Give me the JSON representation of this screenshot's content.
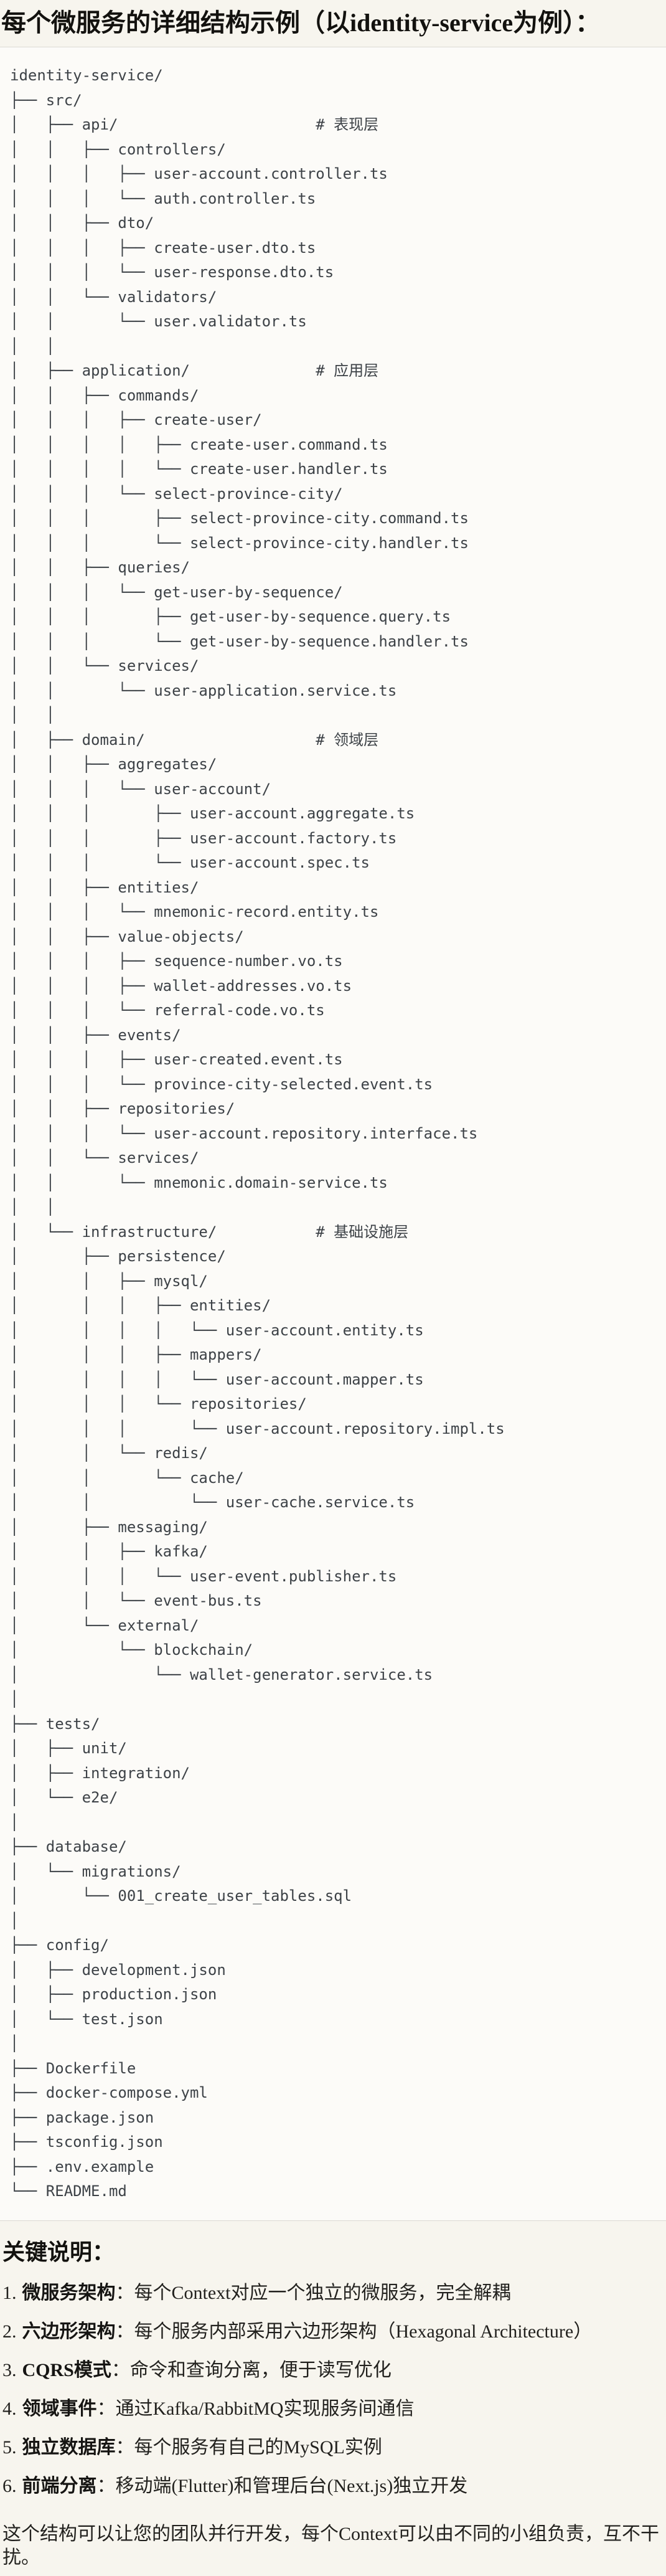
{
  "page": {
    "title": "每个微服务的详细结构示例（以identity-service为例）："
  },
  "tree": {
    "lines": [
      "identity-service/",
      "├── src/",
      "│   ├── api/                      # 表现层",
      "│   │   ├── controllers/",
      "│   │   │   ├── user-account.controller.ts",
      "│   │   │   └── auth.controller.ts",
      "│   │   ├── dto/",
      "│   │   │   ├── create-user.dto.ts",
      "│   │   │   └── user-response.dto.ts",
      "│   │   └── validators/",
      "│   │       └── user.validator.ts",
      "│   │",
      "│   ├── application/              # 应用层",
      "│   │   ├── commands/",
      "│   │   │   ├── create-user/",
      "│   │   │   │   ├── create-user.command.ts",
      "│   │   │   │   └── create-user.handler.ts",
      "│   │   │   └── select-province-city/",
      "│   │   │       ├── select-province-city.command.ts",
      "│   │   │       └── select-province-city.handler.ts",
      "│   │   ├── queries/",
      "│   │   │   └── get-user-by-sequence/",
      "│   │   │       ├── get-user-by-sequence.query.ts",
      "│   │   │       └── get-user-by-sequence.handler.ts",
      "│   │   └── services/",
      "│   │       └── user-application.service.ts",
      "│   │",
      "│   ├── domain/                   # 领域层",
      "│   │   ├── aggregates/",
      "│   │   │   └── user-account/",
      "│   │   │       ├── user-account.aggregate.ts",
      "│   │   │       ├── user-account.factory.ts",
      "│   │   │       └── user-account.spec.ts",
      "│   │   ├── entities/",
      "│   │   │   └── mnemonic-record.entity.ts",
      "│   │   ├── value-objects/",
      "│   │   │   ├── sequence-number.vo.ts",
      "│   │   │   ├── wallet-addresses.vo.ts",
      "│   │   │   └── referral-code.vo.ts",
      "│   │   ├── events/",
      "│   │   │   ├── user-created.event.ts",
      "│   │   │   └── province-city-selected.event.ts",
      "│   │   ├── repositories/",
      "│   │   │   └── user-account.repository.interface.ts",
      "│   │   └── services/",
      "│   │       └── mnemonic.domain-service.ts",
      "│   │",
      "│   └── infrastructure/           # 基础设施层",
      "│       ├── persistence/",
      "│       │   ├── mysql/",
      "│       │   │   ├── entities/",
      "│       │   │   │   └── user-account.entity.ts",
      "│       │   │   ├── mappers/",
      "│       │   │   │   └── user-account.mapper.ts",
      "│       │   │   └── repositories/",
      "│       │   │       └── user-account.repository.impl.ts",
      "│       │   └── redis/",
      "│       │       └── cache/",
      "│       │           └── user-cache.service.ts",
      "│       ├── messaging/",
      "│       │   ├── kafka/",
      "│       │   │   └── user-event.publisher.ts",
      "│       │   └── event-bus.ts",
      "│       └── external/",
      "│           └── blockchain/",
      "│               └── wallet-generator.service.ts",
      "│",
      "├── tests/",
      "│   ├── unit/",
      "│   ├── integration/",
      "│   └── e2e/",
      "│",
      "├── database/",
      "│   └── migrations/",
      "│       └── 001_create_user_tables.sql",
      "│",
      "├── config/",
      "│   ├── development.json",
      "│   ├── production.json",
      "│   └── test.json",
      "│",
      "├── Dockerfile",
      "├── docker-compose.yml",
      "├── package.json",
      "├── tsconfig.json",
      "├── .env.example",
      "└── README.md"
    ]
  },
  "notes": {
    "heading": "关键说明：",
    "items": [
      {
        "num": "1.",
        "term": "微服务架构",
        "text": "：每个Context对应一个独立的微服务，完全解耦"
      },
      {
        "num": "2.",
        "term": "六边形架构",
        "text": "：每个服务内部采用六边形架构（Hexagonal Architecture）"
      },
      {
        "num": "3.",
        "term": "CQRS模式",
        "text": "：命令和查询分离，便于读写优化"
      },
      {
        "num": "4.",
        "term": "领域事件",
        "text": "：通过Kafka/RabbitMQ实现服务间通信"
      },
      {
        "num": "5.",
        "term": "独立数据库",
        "text": "：每个服务有自己的MySQL实例"
      },
      {
        "num": "6.",
        "term": "前端分离",
        "text": "：移动端(Flutter)和管理后台(Next.js)独立开发"
      }
    ],
    "closing": "这个结构可以让您的团队并行开发，每个Context可以由不同的小组负责，互不干扰。"
  },
  "colors": {
    "page_background": "#f7f5ee",
    "code_background": "#fcfbf8",
    "code_border": "#dcdad3",
    "tree_text": "#3d4247",
    "heading_text": "#13120f"
  }
}
